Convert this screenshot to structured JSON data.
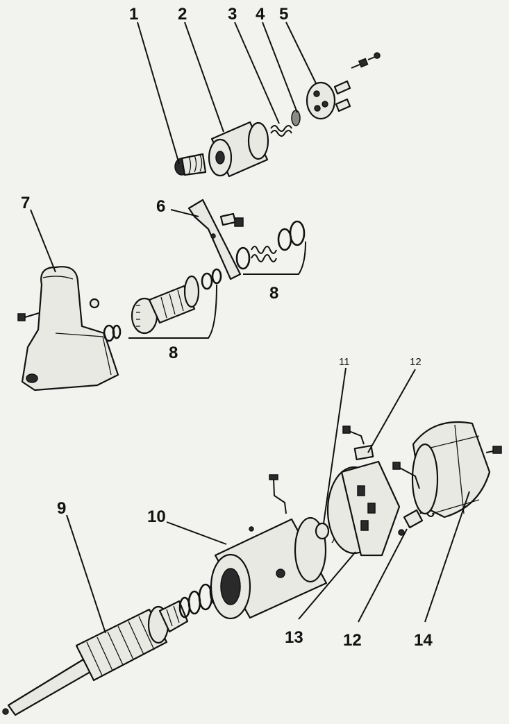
{
  "diagram": {
    "labels": {
      "l1": "1",
      "l2": "2",
      "l3": "3",
      "l4": "4",
      "l5": "5",
      "l6": "6",
      "l7": "7",
      "l8a": "8",
      "l8b": "8",
      "l9": "9",
      "l10": "10",
      "l11": "11",
      "l12a": "12",
      "l12b": "12",
      "l13": "13",
      "l14": "14"
    }
  }
}
